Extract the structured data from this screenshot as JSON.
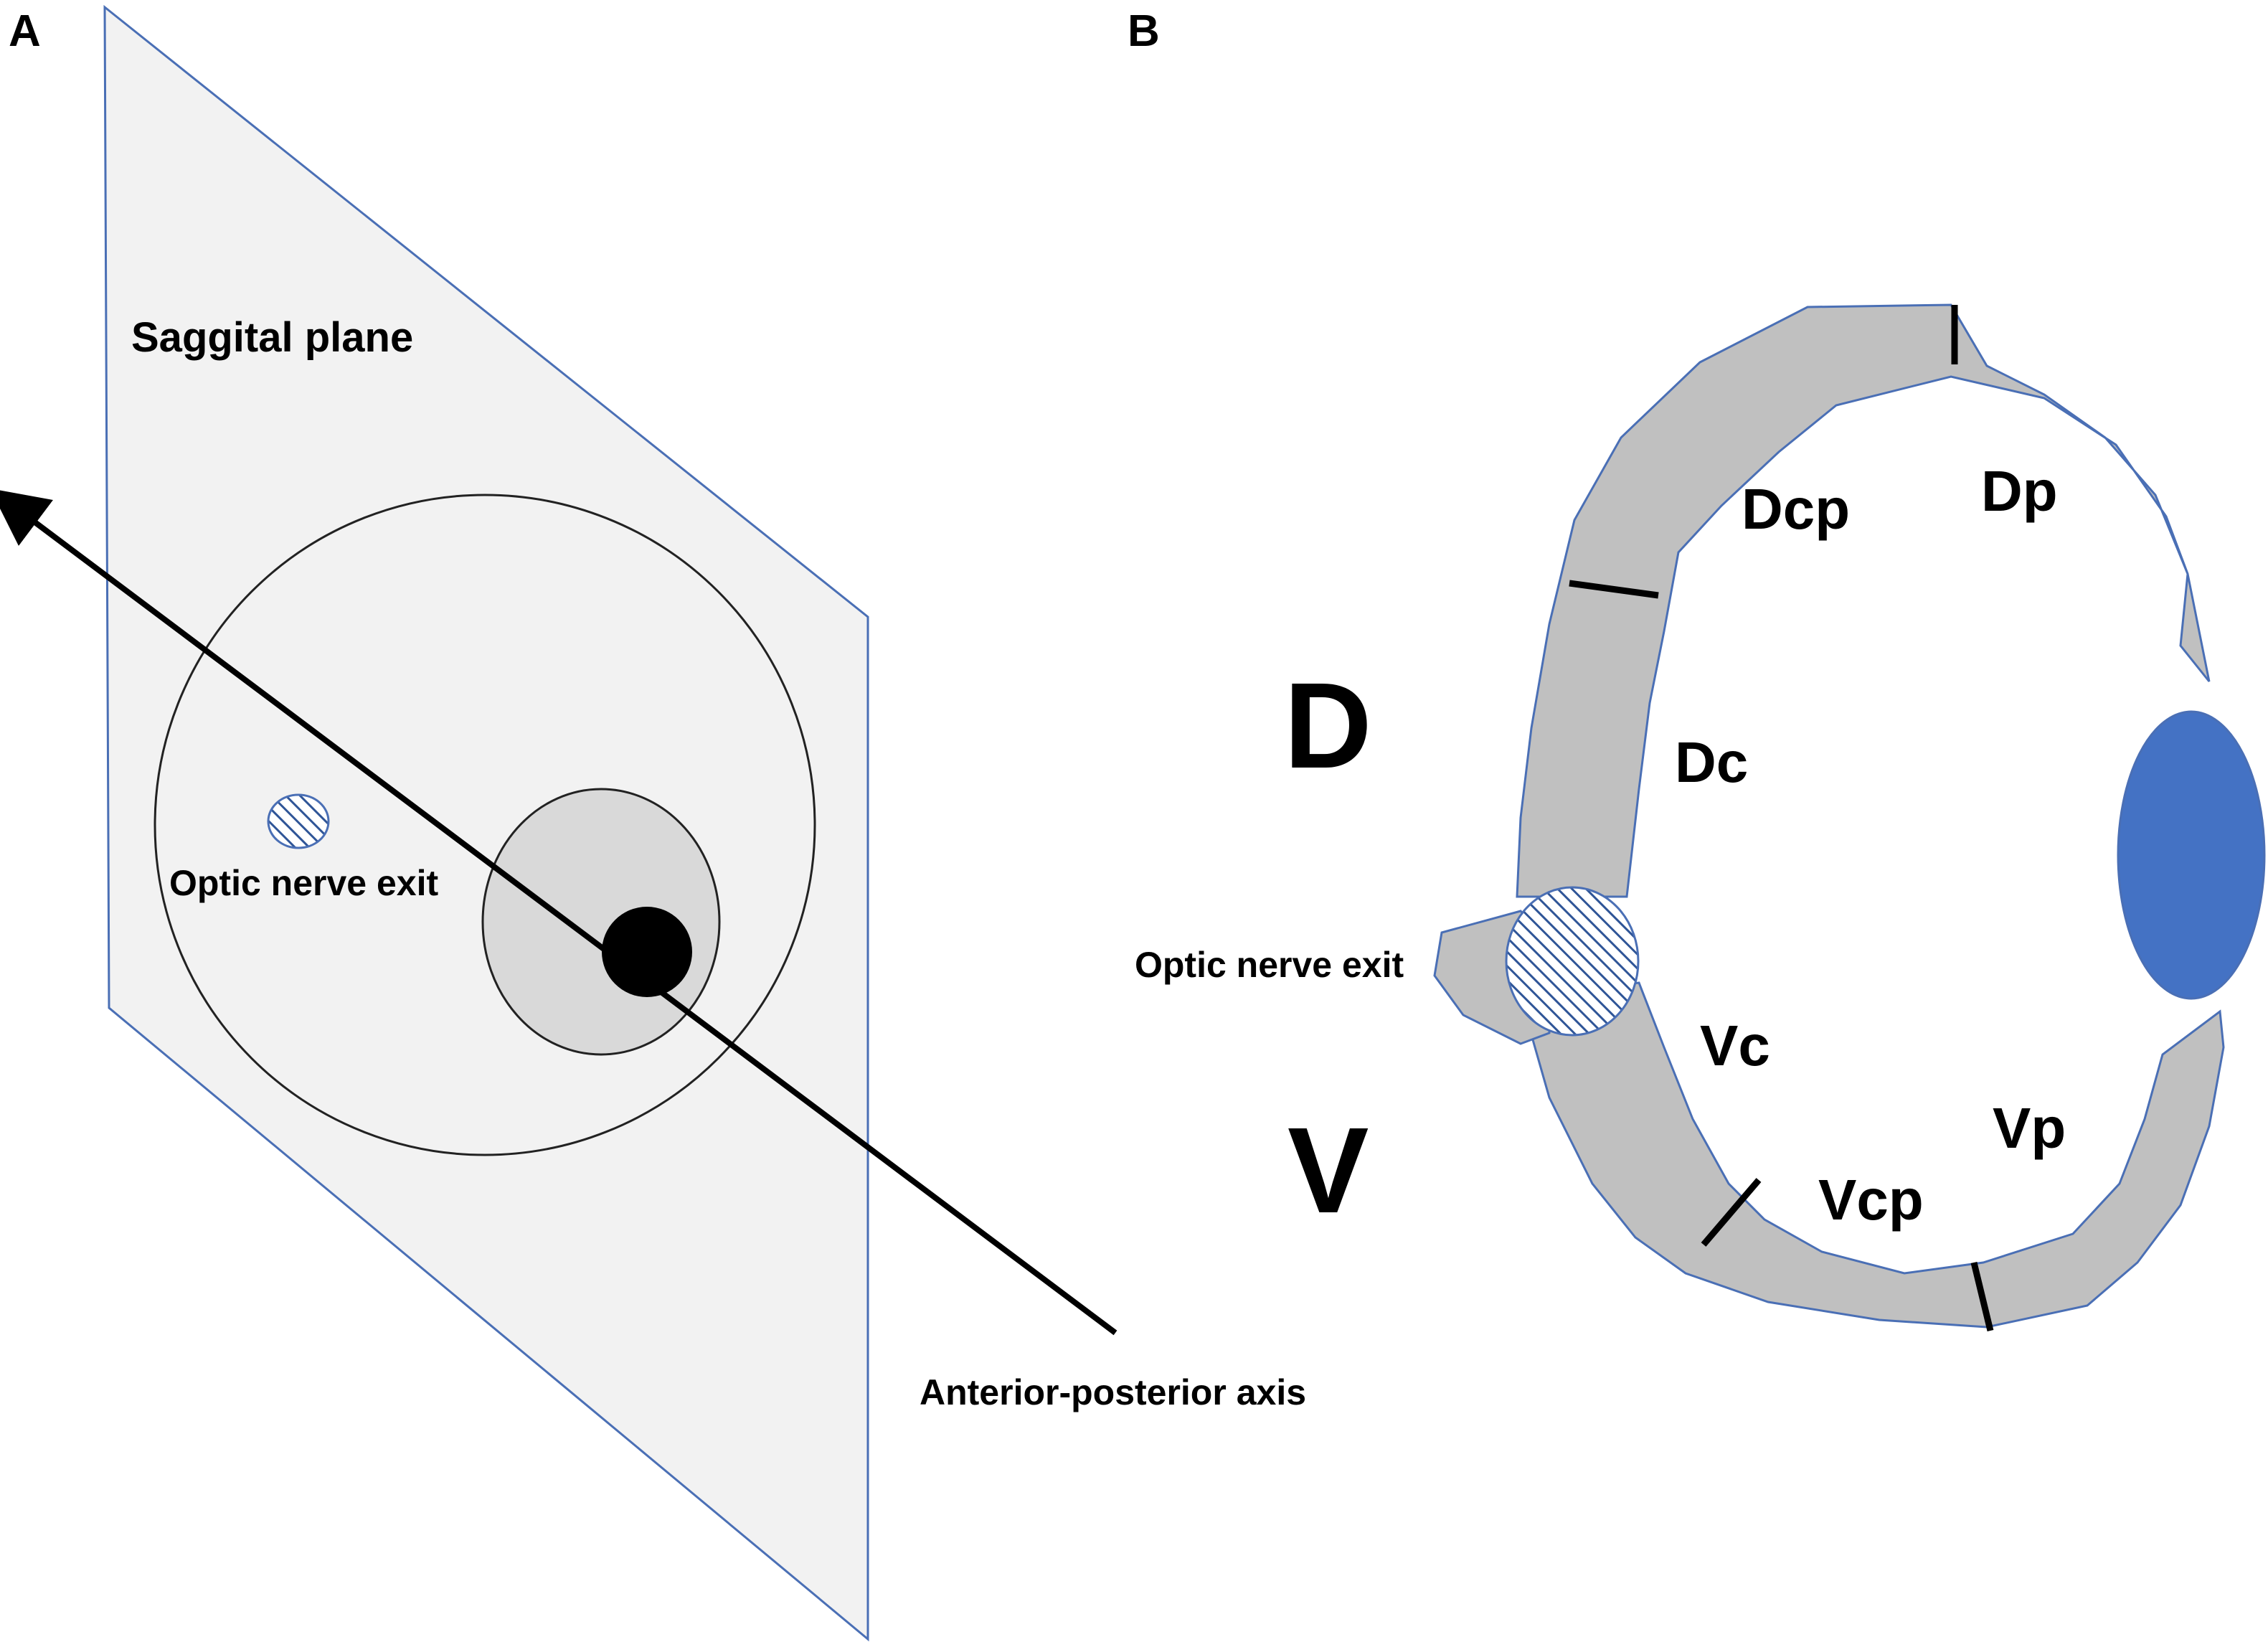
{
  "panel_a": {
    "letter": "A",
    "plane_label": "Saggital plane",
    "optic_label": "Optic nerve exit",
    "axis_label": "Anterior-posterior axis"
  },
  "panel_b": {
    "letter": "B",
    "dorsal_label": "D",
    "ventral_label": "V",
    "optic_label": "Optic nerve exit",
    "regions": {
      "dcp": "Dcp",
      "dp": "Dp",
      "dc": "Dc",
      "vc": "Vc",
      "vcp": "Vcp",
      "vp": "Vp"
    }
  },
  "colors": {
    "plane_fill": "#f2f2f2",
    "plane_stroke": "#4a6fb5",
    "retina_fill": "#c0c0c0",
    "lens_fill": "#4472c4",
    "hatch": "#2f5597",
    "inner_circle_fill": "#d9d9d9"
  }
}
